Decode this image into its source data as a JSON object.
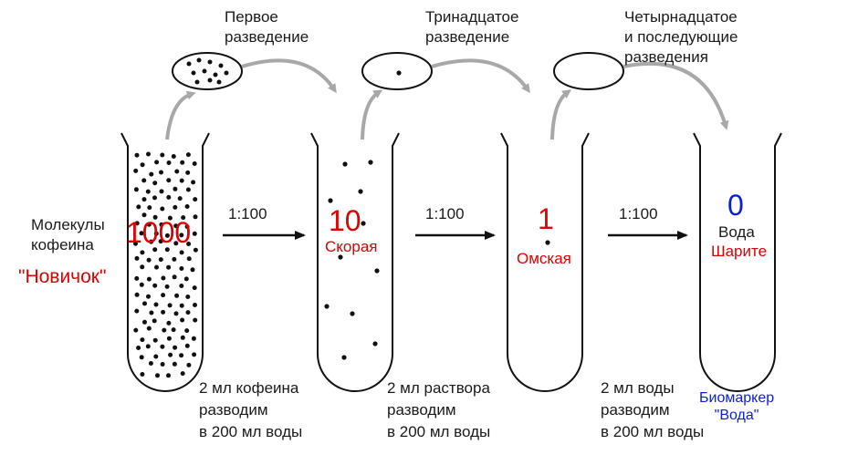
{
  "steps": {
    "first_dilution": "Первое\nразведение",
    "thirteenth_dilution": "Тринадцатое\nразведение",
    "fourteenth_dilution": "Четырнадцатое\nи последующие\nразведения"
  },
  "ratios": [
    "1:100",
    "1:100",
    "1:100"
  ],
  "tube1": {
    "label": "Молекулы\nкофеина",
    "name": "\"Новичок\"",
    "count": "1000"
  },
  "tube2": {
    "count": "10",
    "name": "Скорая"
  },
  "tube3": {
    "count": "1",
    "name": "Омская"
  },
  "tube4": {
    "count": "0",
    "label": "Вода",
    "name": "Шарите"
  },
  "instructions": [
    "2 мл кофеина\nразводим\nв 200 мл воды",
    "2 мл раствора\nразводим\nв 200 мл воды",
    "2 мл воды\nразводим\nв 200 мл воды"
  ],
  "biomarker": "Биомаркер\n\"Вода\"",
  "colors": {
    "accent_red": "#e00000",
    "accent_blue": "#0a1fd6",
    "arrow_gray": "#a8a8a8"
  }
}
